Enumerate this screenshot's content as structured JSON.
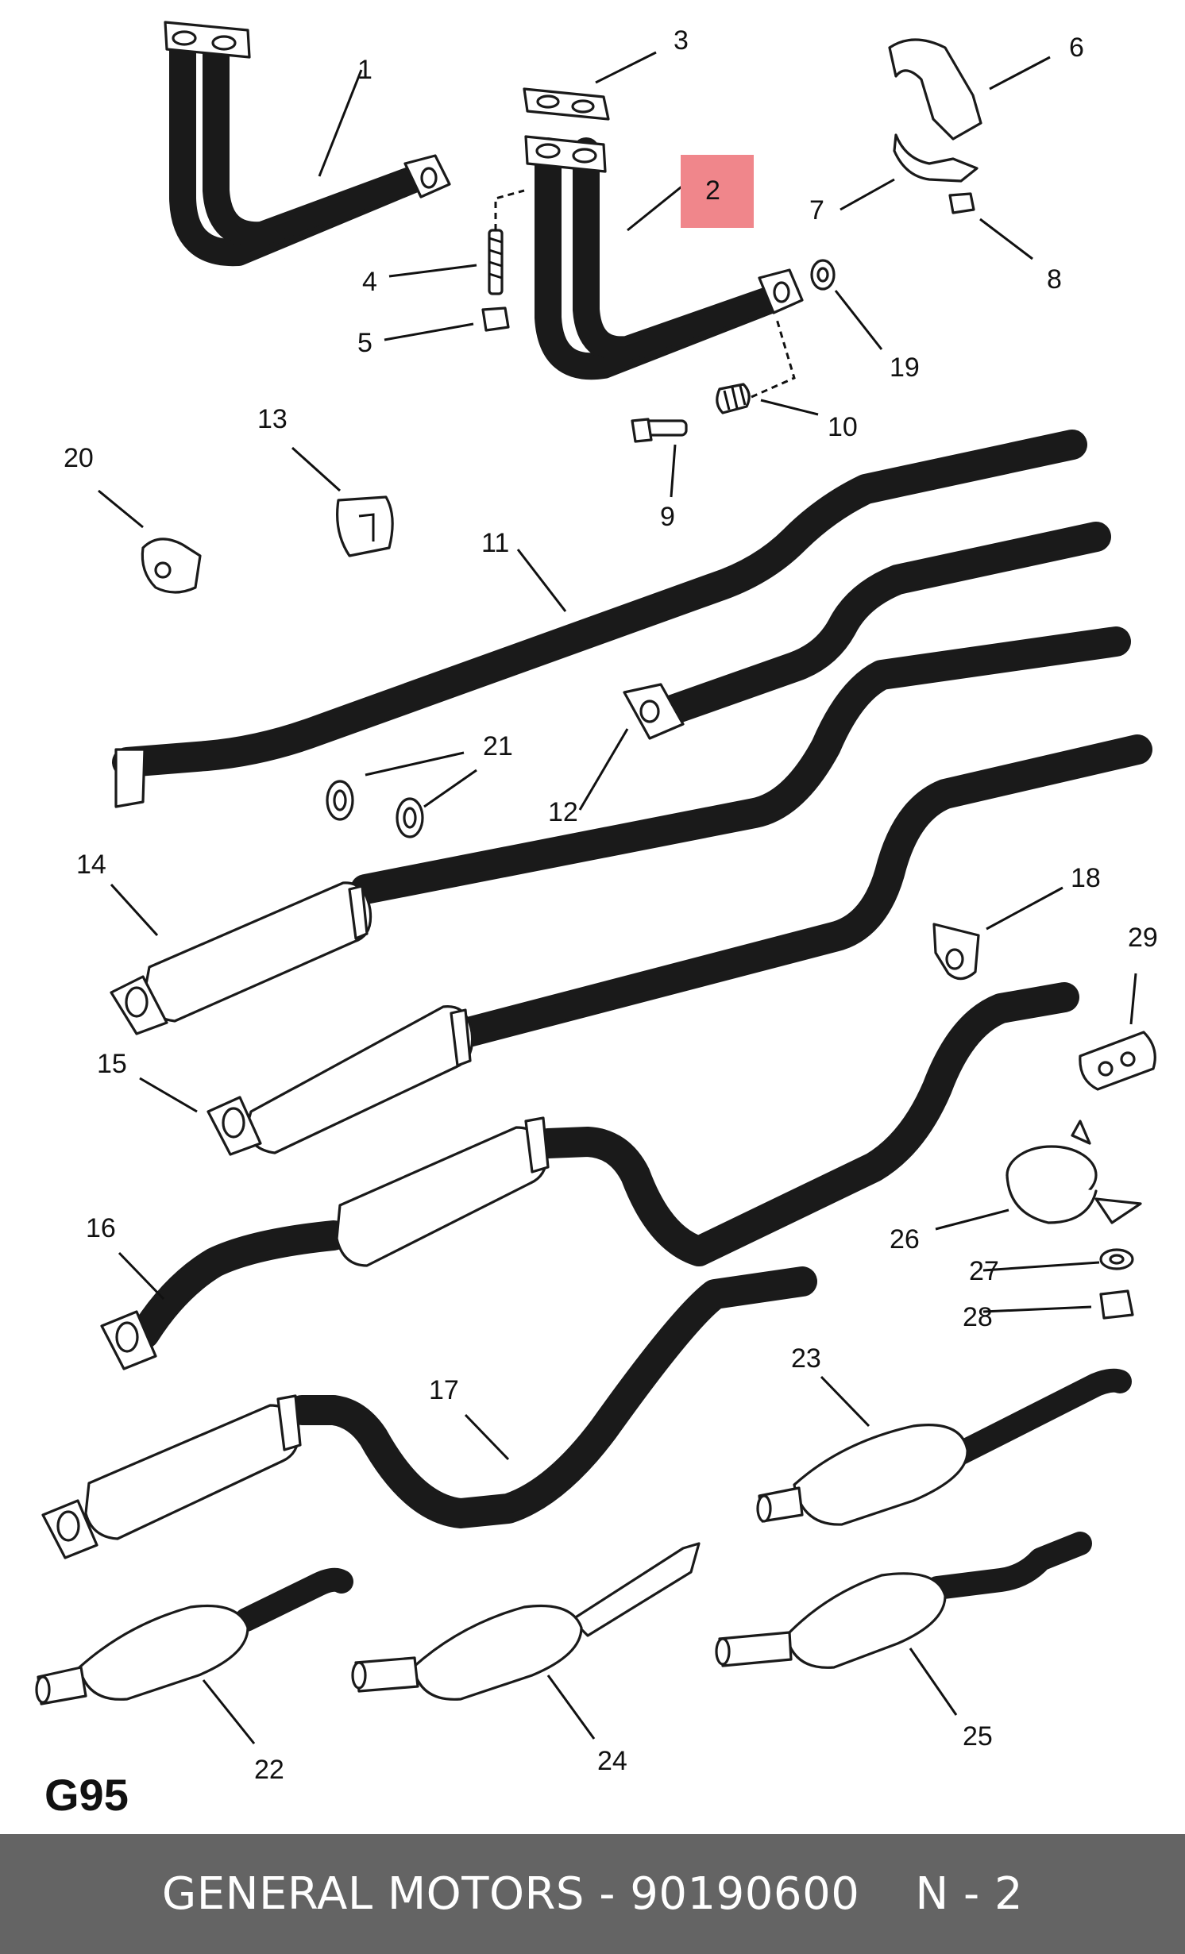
{
  "diagram": {
    "sheet_code": "G95",
    "highlighted_callout": "2",
    "callouts": {
      "c1": "1",
      "c2": "2",
      "c3": "3",
      "c4": "4",
      "c5": "5",
      "c6": "6",
      "c7": "7",
      "c8": "8",
      "c9": "9",
      "c10": "10",
      "c11": "11",
      "c12": "12",
      "c13": "13",
      "c14": "14",
      "c15": "15",
      "c16": "16",
      "c17": "17",
      "c18": "18",
      "c19": "19",
      "c20": "20",
      "c21": "21",
      "c22": "22",
      "c23": "23",
      "c24": "24",
      "c25": "25",
      "c26": "26",
      "c27": "27",
      "c28": "28",
      "c29": "29"
    },
    "highlight_color": "#f0868b"
  },
  "footer": {
    "caption": "GENERAL MOTORS - 90190600",
    "page_ref": "N - 2",
    "background": "#646464"
  }
}
